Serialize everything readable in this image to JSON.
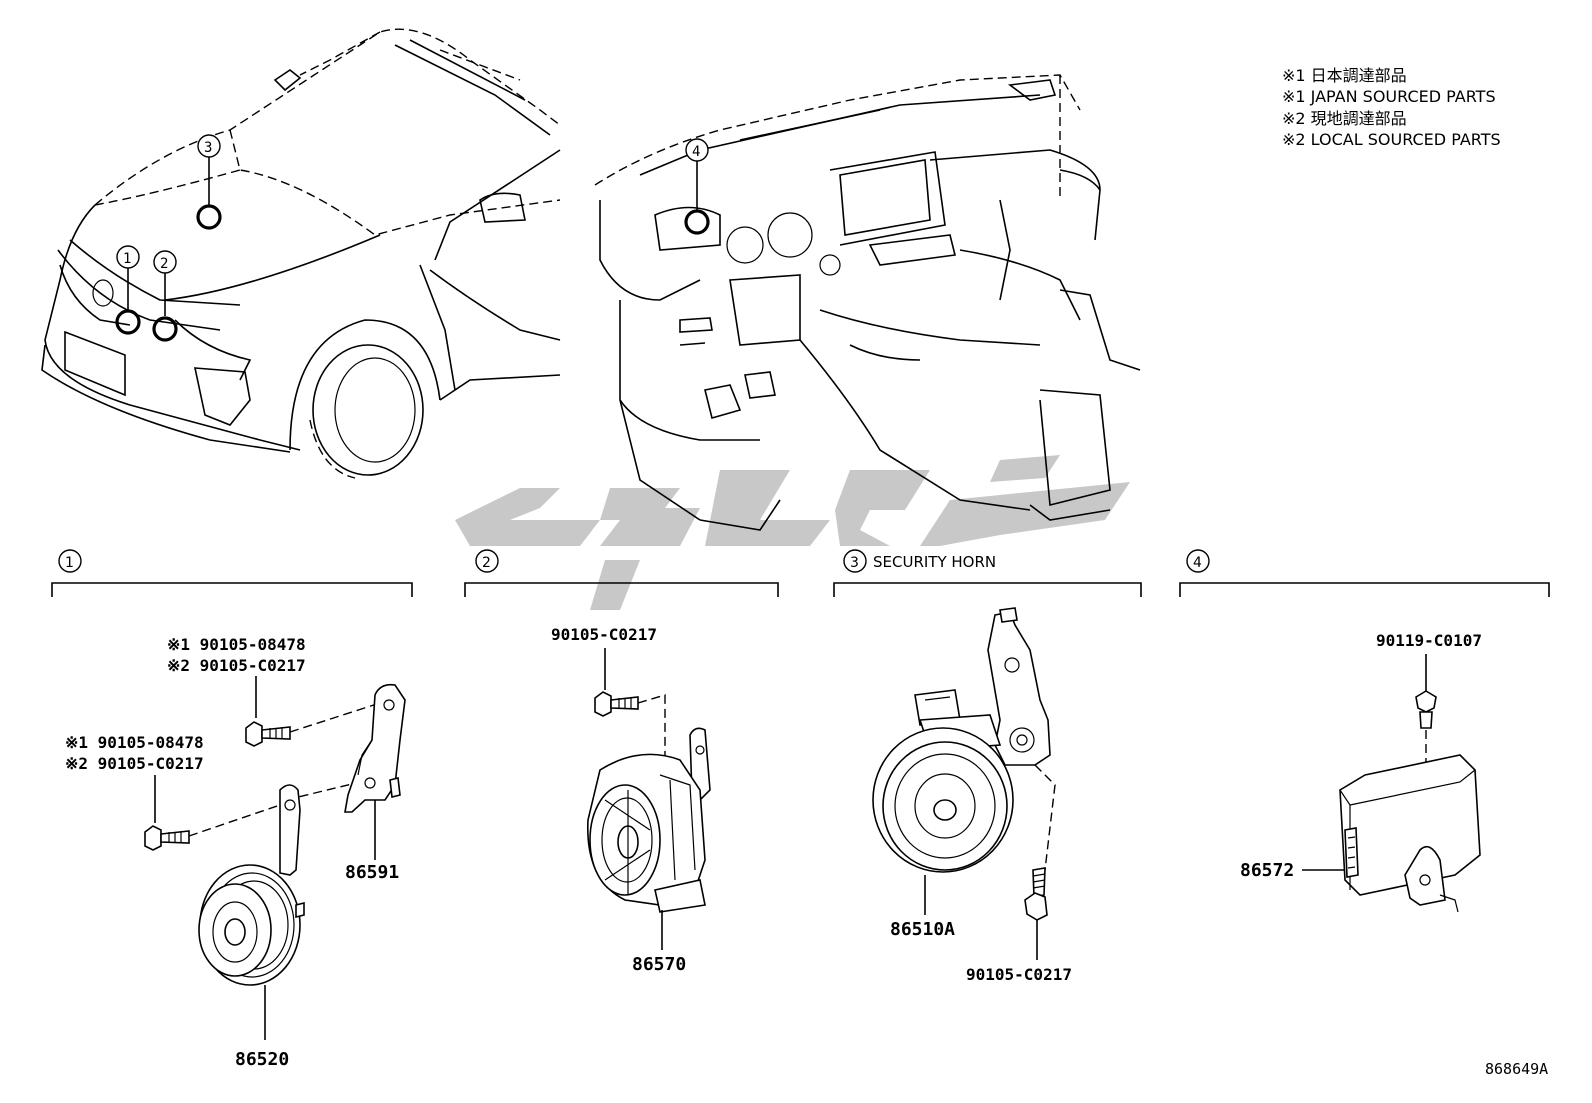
{
  "legend": {
    "lines": [
      "※1 日本調達部品",
      "※1 JAPAN SOURCED PARTS",
      "※2 現地調達部品",
      "※2 LOCAL SOURCED PARTS"
    ]
  },
  "callouts": [
    "1",
    "2",
    "3",
    "4"
  ],
  "sections": [
    {
      "num": "1",
      "title": ""
    },
    {
      "num": "2",
      "title": ""
    },
    {
      "num": "3",
      "title": "SECURITY HORN"
    },
    {
      "num": "4",
      "title": ""
    }
  ],
  "parts": {
    "s1_bolt_a_l1": "※1 90105-08478",
    "s1_bolt_a_l2": "※2 90105-C0217",
    "s1_bolt_b_l1": "※1 90105-08478",
    "s1_bolt_b_l2": "※2 90105-C0217",
    "s1_bracket": "86591",
    "s1_horn": "86520",
    "s2_bolt": "90105-C0217",
    "s2_horn": "86570",
    "s3_horn": "86510A",
    "s3_bolt": "90105-C0217",
    "s4_bolt": "90119-C0107",
    "s4_ecu": "86572"
  },
  "figure_id": "868649A",
  "colors": {
    "line": "#000000",
    "watermark": "#c8c8c8"
  }
}
